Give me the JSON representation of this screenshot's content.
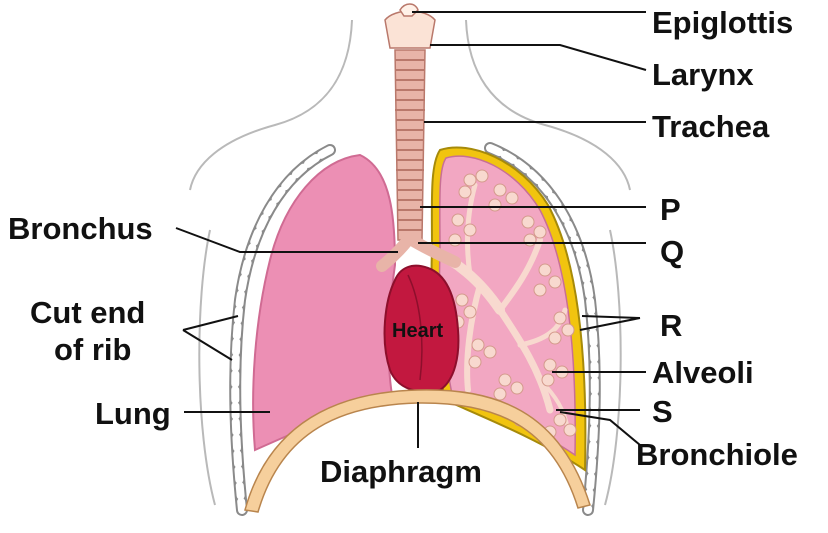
{
  "diagram": {
    "labels": {
      "epiglottis": "Epiglottis",
      "larynx": "Larynx",
      "trachea": "Trachea",
      "p": "P",
      "q": "Q",
      "bronchus": "Bronchus",
      "cut_end_line1": "Cut end",
      "cut_end_line2": "of rib",
      "r": "R",
      "alveoli": "Alveoli",
      "lung": "Lung",
      "s": "S",
      "bronchiole": "Bronchiole",
      "diaphragm": "Diaphragm",
      "heart": "Heart"
    },
    "colors": {
      "lung_left": "#ec8fb4",
      "lung_right": "#f2a7c2",
      "pleura": "#f1c40f",
      "heart": "#c2183f",
      "trachea": "#e8b4a8",
      "diaphragm": "#f6cf9c",
      "rib": "#ffffff",
      "body_outline": "#b9b9b9",
      "alveoli": "#f8d9cf"
    }
  }
}
